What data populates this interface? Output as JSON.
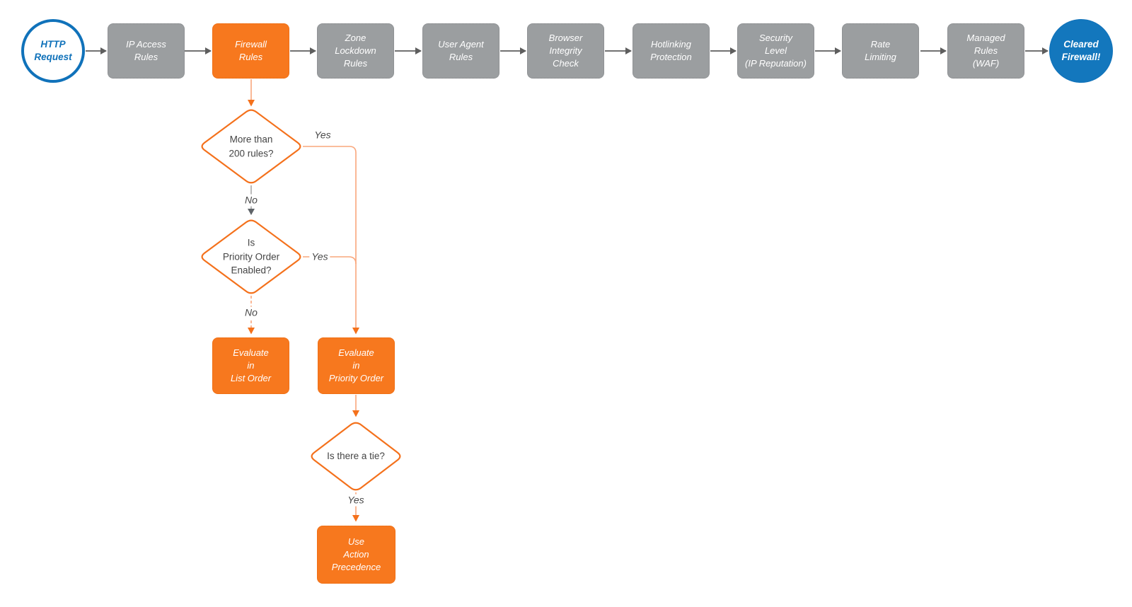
{
  "colors": {
    "stage_gray": "#9b9ea0",
    "accent_orange": "#f7781e",
    "diamond_stroke_orange": "#f4711c",
    "connector_light_orange": "#f9a77c",
    "connector_dark_gray": "#5e5e5e",
    "connector_gray": "#a8a8a8",
    "terminal_blue": "#1072ba",
    "text_dark": "#454545"
  },
  "pipeline": {
    "start": {
      "label": "HTTP\nRequest"
    },
    "stages": [
      {
        "label": "IP Access\nRules"
      },
      {
        "label": "Firewall\nRules"
      },
      {
        "label": "Zone\nLockdown\nRules"
      },
      {
        "label": "User Agent\nRules"
      },
      {
        "label": "Browser\nIntegrity\nCheck"
      },
      {
        "label": "Hotlinking\nProtection"
      },
      {
        "label": "Security\nLevel\n(IP Reputation)"
      },
      {
        "label": "Rate\nLimiting"
      },
      {
        "label": "Managed\nRules\n(WAF)"
      }
    ],
    "end": {
      "label": "Cleared\nFirewall!"
    }
  },
  "firewall_branch": {
    "decision_rules_count": {
      "label": "More than\n200 rules?",
      "yes": "Yes",
      "no": "No"
    },
    "decision_priority_order": {
      "label": "Is\nPriority Order\nEnabled?",
      "yes": "Yes",
      "no": "No"
    },
    "decision_tie": {
      "label": "Is there a tie?",
      "yes": "Yes"
    },
    "action_list_order": {
      "label": "Evaluate\nin\nList Order"
    },
    "action_priority_order": {
      "label": "Evaluate\nin\nPriority Order"
    },
    "action_precedence": {
      "label": "Use\nAction\nPrecedence"
    }
  }
}
